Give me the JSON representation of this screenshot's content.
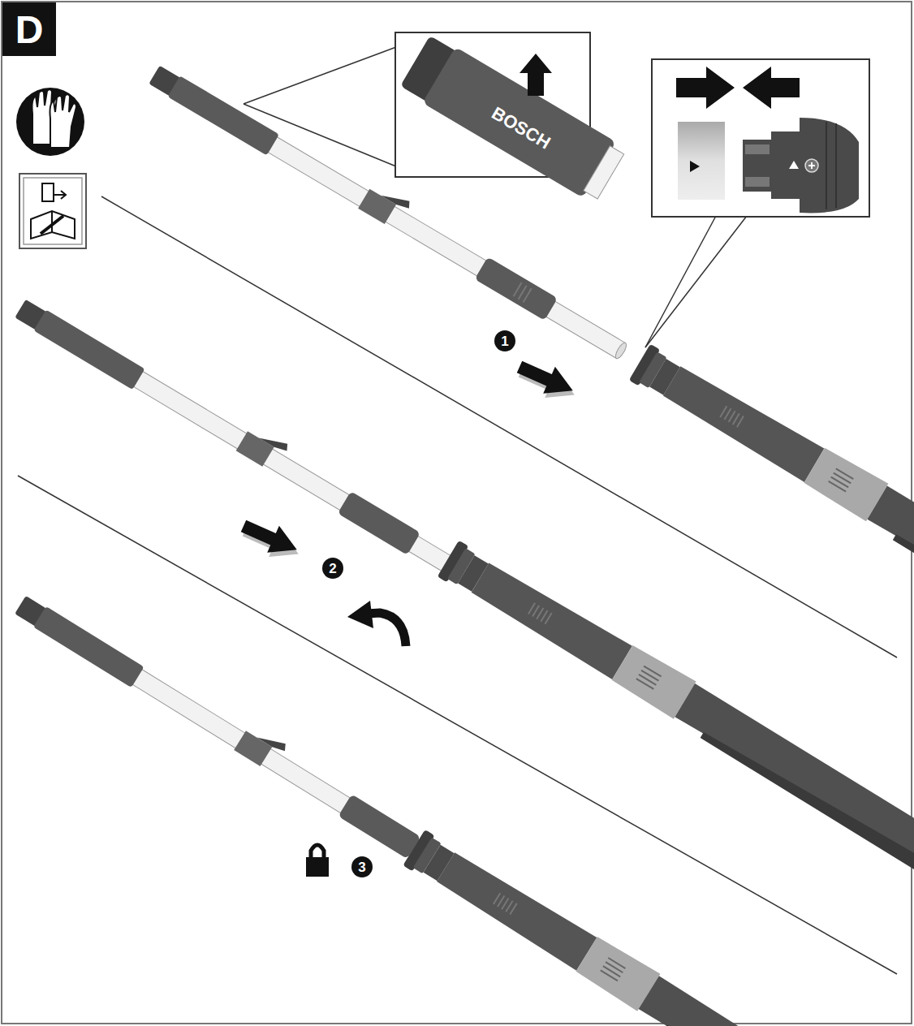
{
  "diagram": {
    "labels": [
      "D",
      "BOSCH",
      "1",
      "2",
      "3"
    ]
  }
}
